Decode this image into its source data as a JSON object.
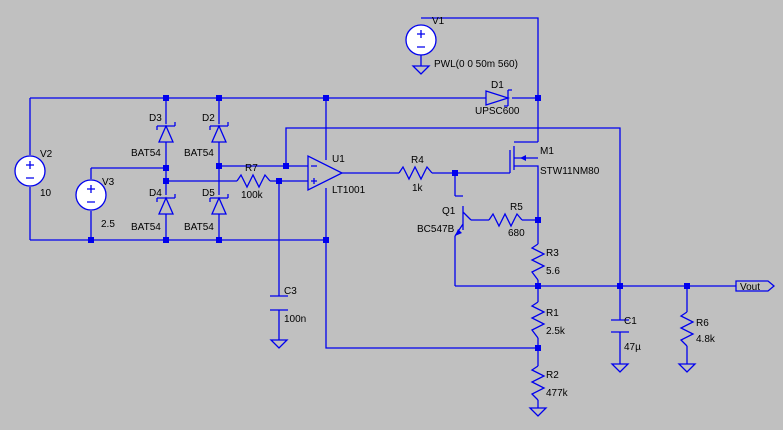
{
  "components": {
    "V1": {
      "name": "V1",
      "value": "PWL(0 0 50m 560)"
    },
    "V2": {
      "name": "V2",
      "value": "10"
    },
    "V3": {
      "name": "V3",
      "value": "2.5"
    },
    "D1": {
      "name": "D1",
      "value": "UPSC600"
    },
    "D2": {
      "name": "D2",
      "value": "BAT54"
    },
    "D3": {
      "name": "D3",
      "value": "BAT54"
    },
    "D4": {
      "name": "D4",
      "value": "BAT54"
    },
    "D5": {
      "name": "D5",
      "value": "BAT54"
    },
    "R1": {
      "name": "R1",
      "value": "2.5k"
    },
    "R2": {
      "name": "R2",
      "value": "477k"
    },
    "R3": {
      "name": "R3",
      "value": "5.6"
    },
    "R4": {
      "name": "R4",
      "value": "1k"
    },
    "R5": {
      "name": "R5",
      "value": "680"
    },
    "R6": {
      "name": "R6",
      "value": "4.8k"
    },
    "R7": {
      "name": "R7",
      "value": "100k"
    },
    "C1": {
      "name": "C1",
      "value": "47µ"
    },
    "C3": {
      "name": "C3",
      "value": "100n"
    },
    "U1": {
      "name": "U1",
      "value": "LT1001"
    },
    "M1": {
      "name": "M1",
      "value": "STW11NM80"
    },
    "Q1": {
      "name": "Q1",
      "value": "BC547B"
    }
  },
  "port": {
    "label": "Vout"
  },
  "colors": {
    "background": "#c0c0c0",
    "wire": "#0000ee",
    "text": "#000000",
    "source_fill": "#ffffff"
  }
}
